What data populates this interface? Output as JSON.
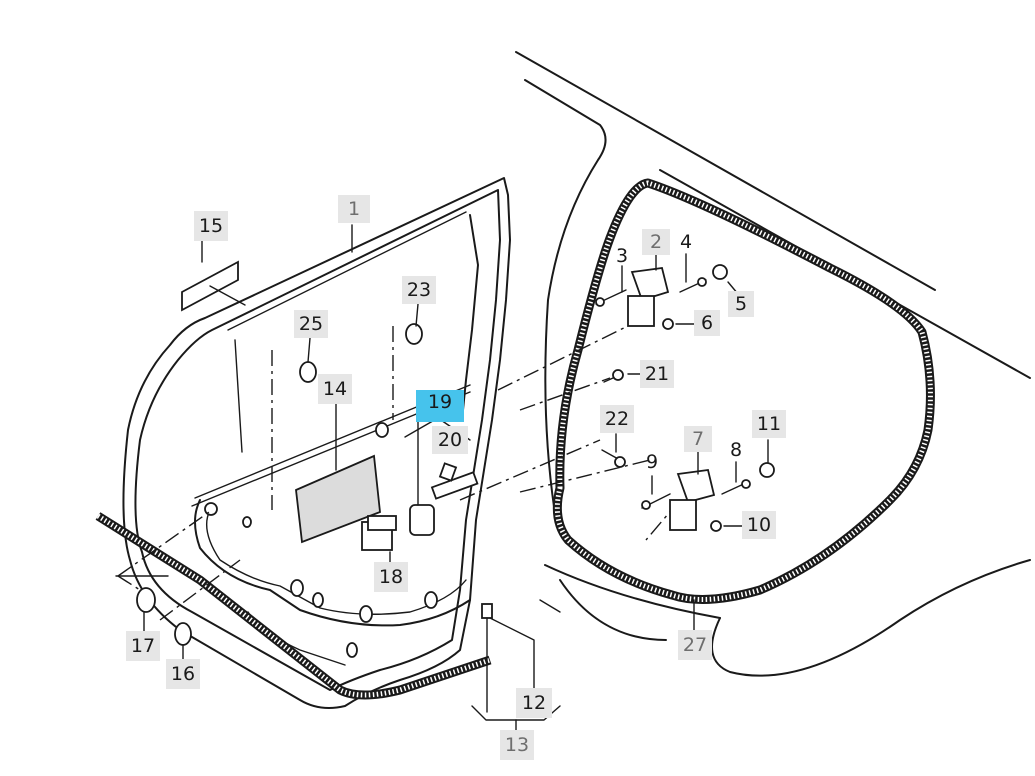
{
  "diagram": {
    "title": "",
    "highlighted": "19",
    "callouts": [
      {
        "id": "1",
        "text": "1",
        "style": "gray"
      },
      {
        "id": "2",
        "text": "2",
        "style": "gray"
      },
      {
        "id": "3",
        "text": "3",
        "style": "plain"
      },
      {
        "id": "4",
        "text": "4",
        "style": "plain"
      },
      {
        "id": "5",
        "text": "5",
        "style": "plain"
      },
      {
        "id": "6",
        "text": "6",
        "style": "plain"
      },
      {
        "id": "7",
        "text": "7",
        "style": "gray"
      },
      {
        "id": "8",
        "text": "8",
        "style": "plain"
      },
      {
        "id": "9",
        "text": "9",
        "style": "plain"
      },
      {
        "id": "10",
        "text": "10",
        "style": "plain"
      },
      {
        "id": "11",
        "text": "11",
        "style": "plain"
      },
      {
        "id": "12",
        "text": "12",
        "style": "plain"
      },
      {
        "id": "13",
        "text": "13",
        "style": "gray"
      },
      {
        "id": "14",
        "text": "14",
        "style": "plain"
      },
      {
        "id": "15",
        "text": "15",
        "style": "plain"
      },
      {
        "id": "16",
        "text": "16",
        "style": "plain"
      },
      {
        "id": "17",
        "text": "17",
        "style": "plain"
      },
      {
        "id": "18",
        "text": "18",
        "style": "plain"
      },
      {
        "id": "19",
        "text": "19",
        "style": "highlight"
      },
      {
        "id": "20",
        "text": "20",
        "style": "plain"
      },
      {
        "id": "21",
        "text": "21",
        "style": "plain"
      },
      {
        "id": "22",
        "text": "22",
        "style": "plain"
      },
      {
        "id": "23",
        "text": "23",
        "style": "plain"
      },
      {
        "id": "25",
        "text": "25",
        "style": "plain"
      },
      {
        "id": "27",
        "text": "27",
        "style": "gray"
      }
    ],
    "colors": {
      "line": "#1a1a1a",
      "label_bg": "#e6e6e6",
      "highlight_bg": "#46c3ec",
      "dim_text": "#6e6e6e"
    }
  }
}
